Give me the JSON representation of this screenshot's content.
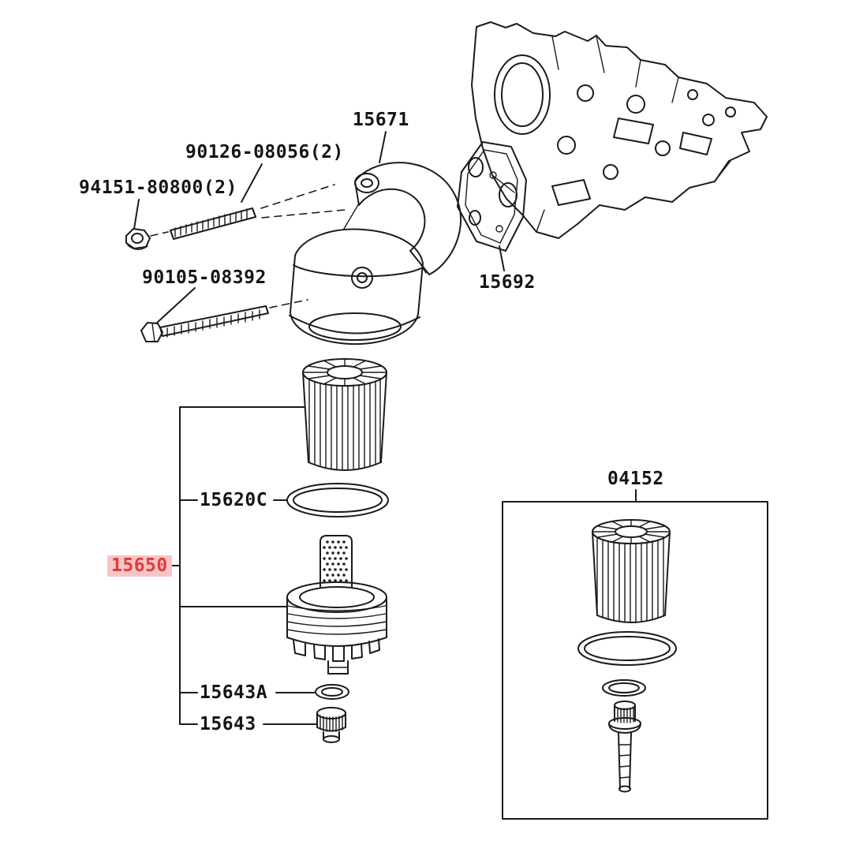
{
  "diagram": {
    "labels": {
      "bracket": "15671",
      "stud_bolt": "90126-08056(2)",
      "nut": "94151-80800(2)",
      "bolt": "90105-08392",
      "gasket": "15692",
      "o_ring": "15620C",
      "cap_assembly": "15650",
      "washer": "15643A",
      "plug": "15643",
      "filter_kit": "04152"
    },
    "highlight": {
      "text_color": "#e23b3b",
      "background": "#f7c5c6"
    },
    "colors": {
      "line": "#1b1b1b",
      "background": "#ffffff",
      "label_text": "#151515"
    }
  }
}
